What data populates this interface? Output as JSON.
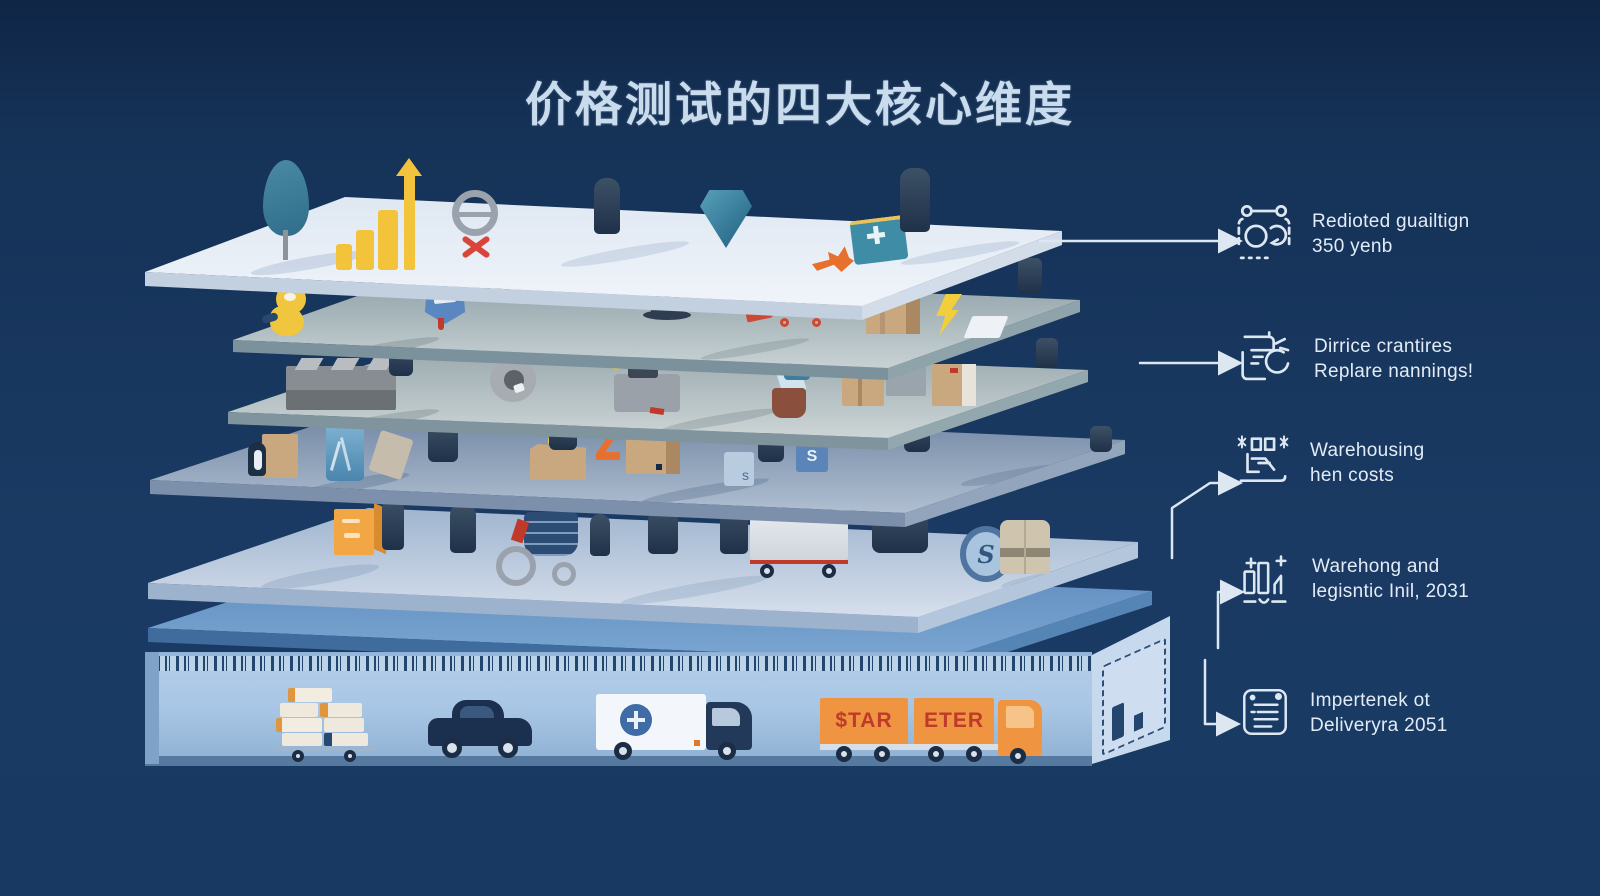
{
  "title": "价格测试的四大核心维度",
  "callouts": [
    {
      "icon": "scanner-gauge-icon",
      "line1": "Redioted guailtign",
      "line2": "350 yenb"
    },
    {
      "icon": "press-machine-icon",
      "line1": "Dirrice crantires",
      "line2": "Replare nannings!"
    },
    {
      "icon": "forklift-icon",
      "line1": "Warehousing",
      "line2": "hen costs"
    },
    {
      "icon": "bar-chart-plus-icon",
      "line1": "Warehong and",
      "line2": "legisntic Inil, 2031"
    },
    {
      "icon": "document-icon",
      "line1": "Impertenek ot",
      "line2": "Deliveryra 2051"
    }
  ],
  "stack": {
    "coin_symbol": "S",
    "cube_letter": "S",
    "small_cube_letter": "s"
  },
  "warehouse": {
    "truck_text_left": "$TAR",
    "truck_text_right": "ETER"
  },
  "colors": {
    "background": "#16335B",
    "platform_light": "#E9EFF7",
    "platform_green": "#AEBFC3",
    "platform_blue": "#9FB0C5",
    "slab_blue": "#6D99C9",
    "accent_orange": "#EF9440",
    "accent_yellow": "#F3C23A",
    "accent_red": "#BF3A2B",
    "line_light": "#DCE7F2"
  }
}
